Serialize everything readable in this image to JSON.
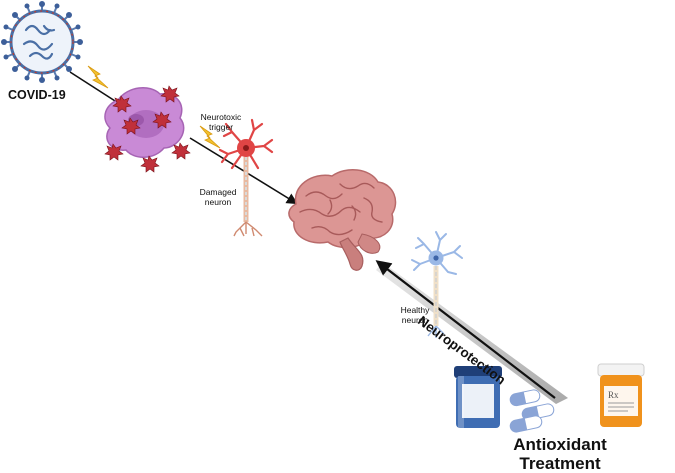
{
  "labels": {
    "covid": "COVID-19",
    "neurotoxic_trigger_line1": "Neurotoxic",
    "neurotoxic_trigger_line2": "trigger",
    "damaged_neuron_line1": "Damaged",
    "damaged_neuron_line2": "neuron",
    "healthy_neuron_line1": "Healthy",
    "healthy_neuron_line2": "neuron",
    "neuroprotection": "Neuroprotection",
    "treatment_line1": "Antioxidant",
    "treatment_line2": "Treatment",
    "rx_symbol": "Rx"
  },
  "colors": {
    "virus": "#4a6fa5",
    "virus_spike": "#c0392b",
    "microglia": "#c98ad6",
    "damaged_neuron": "#e04545",
    "healthy_neuron": "#9ab8e6",
    "brain": "#d9908f",
    "lightning": "#f2c230",
    "blue_bottle": "#3f6db3",
    "orange_bottle": "#f0921c",
    "capsule": "#8aa4d6"
  }
}
